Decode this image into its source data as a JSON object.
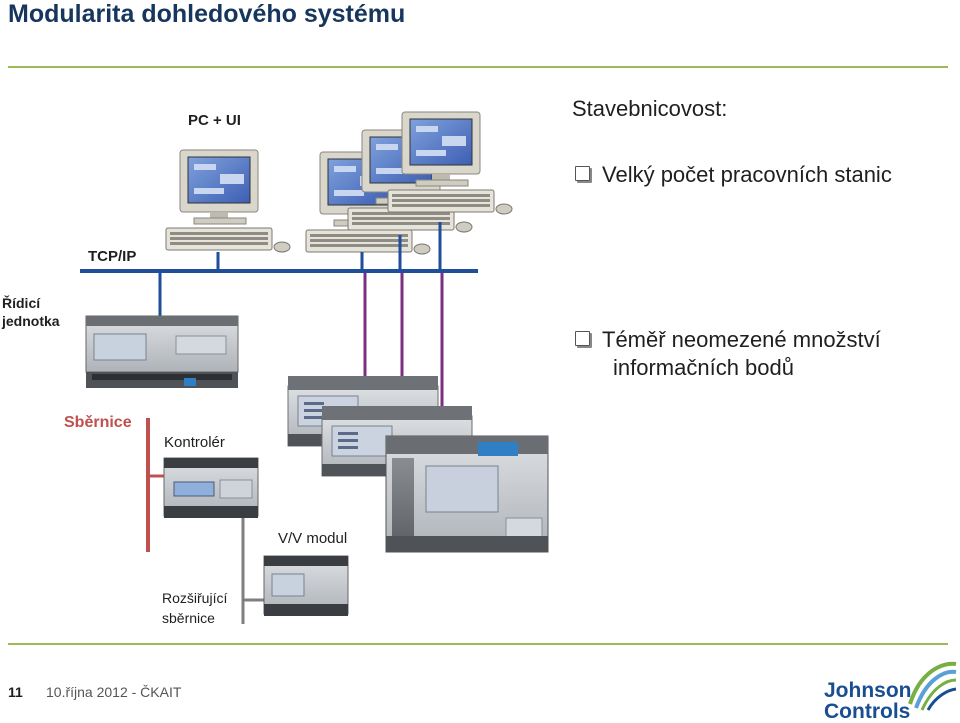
{
  "slide": {
    "title": "Modularita dohledového systému",
    "page_number": "11",
    "footer_date": "10.října 2012 - ČKAIT"
  },
  "diagram": {
    "pc_label": "PC + UI",
    "network_label": "TCP/IP",
    "controller_unit_label": [
      "Řídicí",
      "jednotka"
    ],
    "bus_label": "Sběrnice",
    "controller_label": "Kontrolér",
    "io_module_label": "V/V modul",
    "expansion_bus_label": [
      "Rozšiřující",
      "sběrnice"
    ]
  },
  "bullets": {
    "heading": "Stavebnicovost:",
    "items": [
      [
        "Velký počet pracovních stanic"
      ],
      [
        "Téměř neomezené množství",
        "informačních bodů"
      ]
    ]
  },
  "logo": {
    "lines": [
      "Johnson",
      "Controls"
    ],
    "icon": "johnson-controls-logo-icon"
  },
  "colors": {
    "title": "#17365d",
    "rule": "#9bbb59",
    "tcpip_line": "#1f4e9a",
    "bus_line": "#c0504d",
    "purple_line": "#7b2f80",
    "logo": "#1a4e93",
    "logo_green": "#76b043"
  }
}
